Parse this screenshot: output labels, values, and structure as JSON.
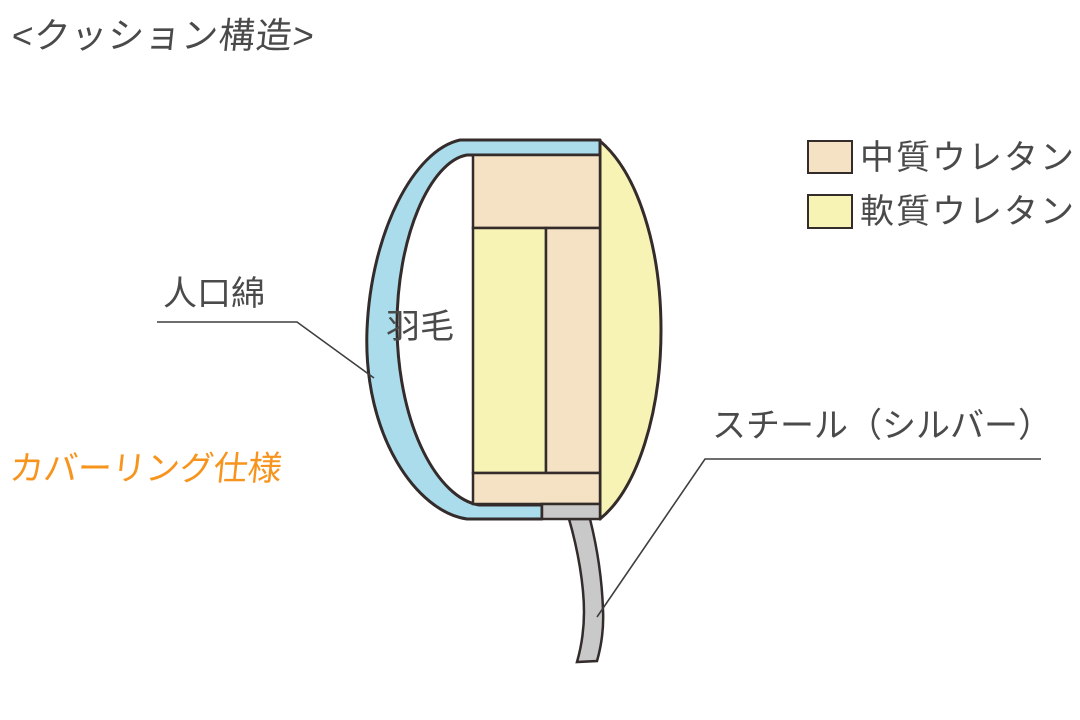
{
  "title": "<クッション構造>",
  "diagram": {
    "label_cover": "人口綿",
    "label_down": "羽毛",
    "label_covering": "カバーリング仕様",
    "label_steel": "スチール（シルバー）"
  },
  "legend": {
    "items": [
      {
        "label": "中質ウレタン",
        "color": "#f5e2c4"
      },
      {
        "label": "軟質ウレタン",
        "color": "#f7f3b4"
      }
    ]
  },
  "colors": {
    "cover_blue": "#aadcec",
    "soft_urethane_yellow": "#f7f3b4",
    "medium_urethane_beige": "#f5e2c4",
    "steel_gray": "#c9c9c9",
    "outline": "#342b2b",
    "text": "#4a4a4a",
    "covering_orange": "#f7941d"
  }
}
